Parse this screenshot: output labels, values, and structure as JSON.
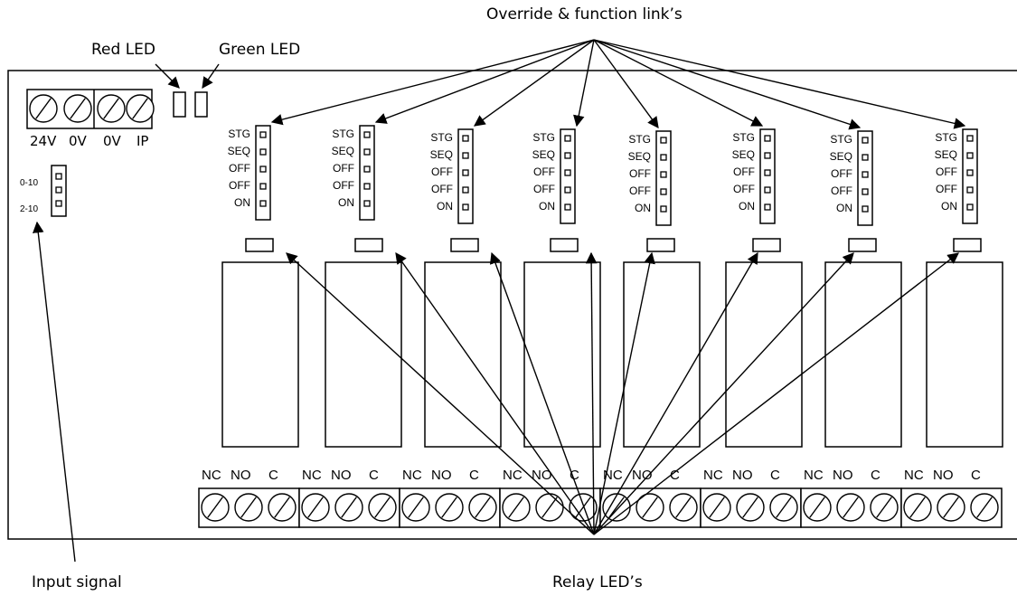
{
  "callouts": {
    "red_led": "Red LED",
    "green_led": "Green LED",
    "override": "Override & function link’s",
    "input_signal": "Input signal",
    "relay_leds": "Relay LED’s"
  },
  "power_terminals": {
    "labels": [
      "24V",
      "0V",
      "0V",
      "IP"
    ]
  },
  "input_jumper": {
    "labels": [
      "0-10",
      "2-10"
    ]
  },
  "link_labels": [
    "STG",
    "SEQ",
    "OFF",
    "OFF",
    "ON"
  ],
  "relay_terminal_labels": [
    "NC",
    "NO",
    "C"
  ],
  "channel_count": 8
}
